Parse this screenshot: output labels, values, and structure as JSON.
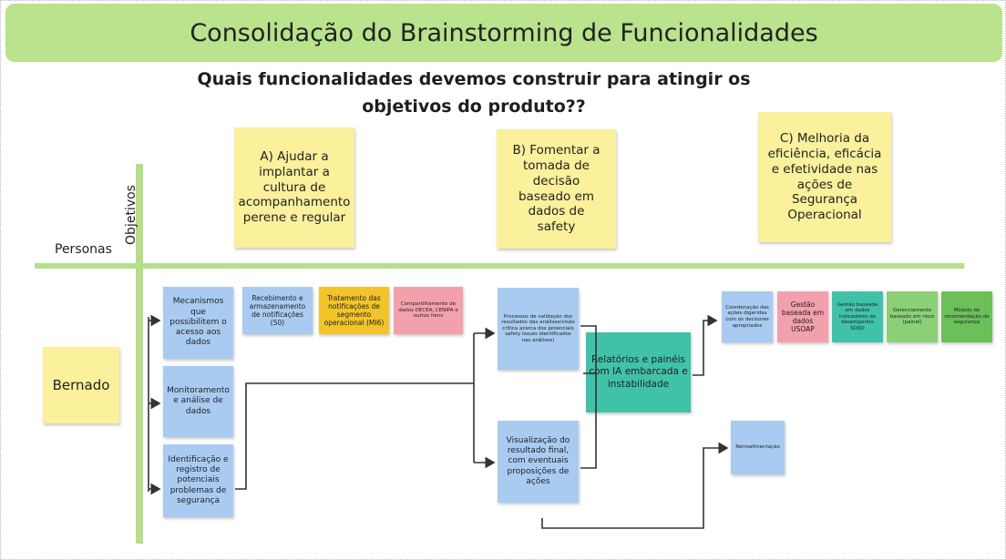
{
  "title": "Consolidação do Brainstorming de Funcionalidades",
  "question": {
    "line1": "Quais funcionalidades devemos construir para atingir os",
    "line2": "objetivos do produto??"
  },
  "axis": {
    "objetivos": "Objetivos",
    "personas": "Personas"
  },
  "objectives": {
    "a": "A) Ajudar a implantar a cultura de acompanhamento perene e regular",
    "b": "B) Fomentar a tomada de decisão baseado em dados de safety",
    "c": "C) Melhoria da eficiência, eficácia e efetividade nas ações de Segurança Operacional"
  },
  "persona": "Bernado",
  "notes": {
    "mecanismos": "Mecanismos que possibilitem o acesso aos dados",
    "monitoramento": "Monitoramento e análise de dados",
    "identificacao": "Identificação e registro de potenciais problemas de segurança",
    "recebimento": "Recebimento e armazenamento de notificações (50)",
    "tratamento": "Tratamento das notificações de segmento operacional (MI6)",
    "compartilhamento": "Compartilhamento de dados DECEA, CENIPA e outros itens",
    "processos": "Processos de validação dos resultados das análises/visão crítica acerca dos potenciais safety issues identificados nas análises)",
    "visualizacao": "Visualização do resultado final, com eventuais proposições de ações",
    "relatorios": "Relatórios e painéis com IA embarcada e instabilidade",
    "coordenacao": "Coordenação das ações digeridas com os decisores apropriados",
    "gestao_usoap": "Gestão baseada em dados USOAP",
    "gestao_sdso": "Gestão baseada em dados indicadores de desempenho SDSO",
    "gerenciamento": "Gerenciamento baseado em risco (painel)",
    "modulo": "Módulo de recomendação de segurança",
    "retroalimentacao": "Retroalimentação"
  },
  "colors": {
    "header": "#b9e38c",
    "guide_line": "#b5df88",
    "sticky_yellow": "#fbf09b",
    "sticky_blue": "#a9cbf2",
    "sticky_orange": "#f2c42a",
    "sticky_pink": "#f3a0ad",
    "sticky_teal": "#40c2a9",
    "sticky_green": "#8bd077"
  }
}
